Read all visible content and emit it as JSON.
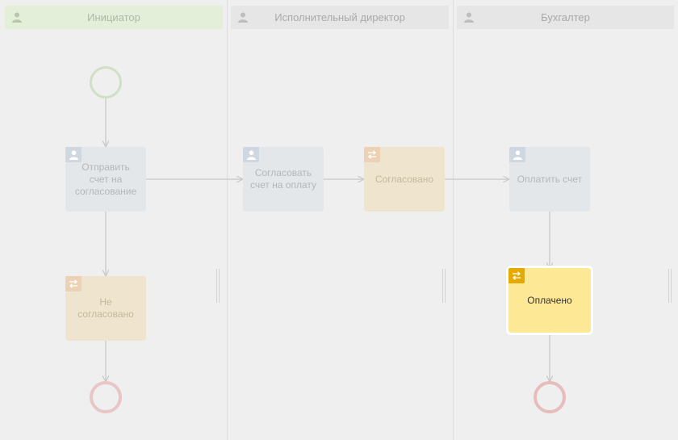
{
  "lanes": [
    {
      "title": "Инициатор",
      "icon": "user-icon"
    },
    {
      "title": "Исполнительный директор",
      "icon": "user-icon"
    },
    {
      "title": "Бухгалтер",
      "icon": "user-icon"
    }
  ],
  "nodes": {
    "send_invoice": {
      "label": "Отправить счет на согласование",
      "type": "task",
      "icon": "user-icon"
    },
    "approve_invoice": {
      "label": "Согласовать счет на оплату",
      "type": "task",
      "icon": "user-icon"
    },
    "approved": {
      "label": "Согласовано",
      "type": "status",
      "icon": "swap-icon"
    },
    "pay_invoice": {
      "label": "Оплатить счет",
      "type": "task",
      "icon": "user-icon"
    },
    "not_approved": {
      "label": "Не согласовано",
      "type": "status",
      "icon": "swap-icon"
    },
    "paid": {
      "label": "Оплачено",
      "type": "status",
      "icon": "swap-icon",
      "state": "active"
    }
  },
  "events": [
    "start-event",
    "end-event-initiator",
    "end-event-accountant"
  ],
  "colors": {
    "background": "#efefef",
    "task": "#e3e7ea",
    "status": "#efe5cf",
    "active_status": "#fde896",
    "active_badge": "#e5a900",
    "start": "#cfe0c5",
    "end": "#e9c6c6",
    "flow": "#c8c8c8"
  }
}
